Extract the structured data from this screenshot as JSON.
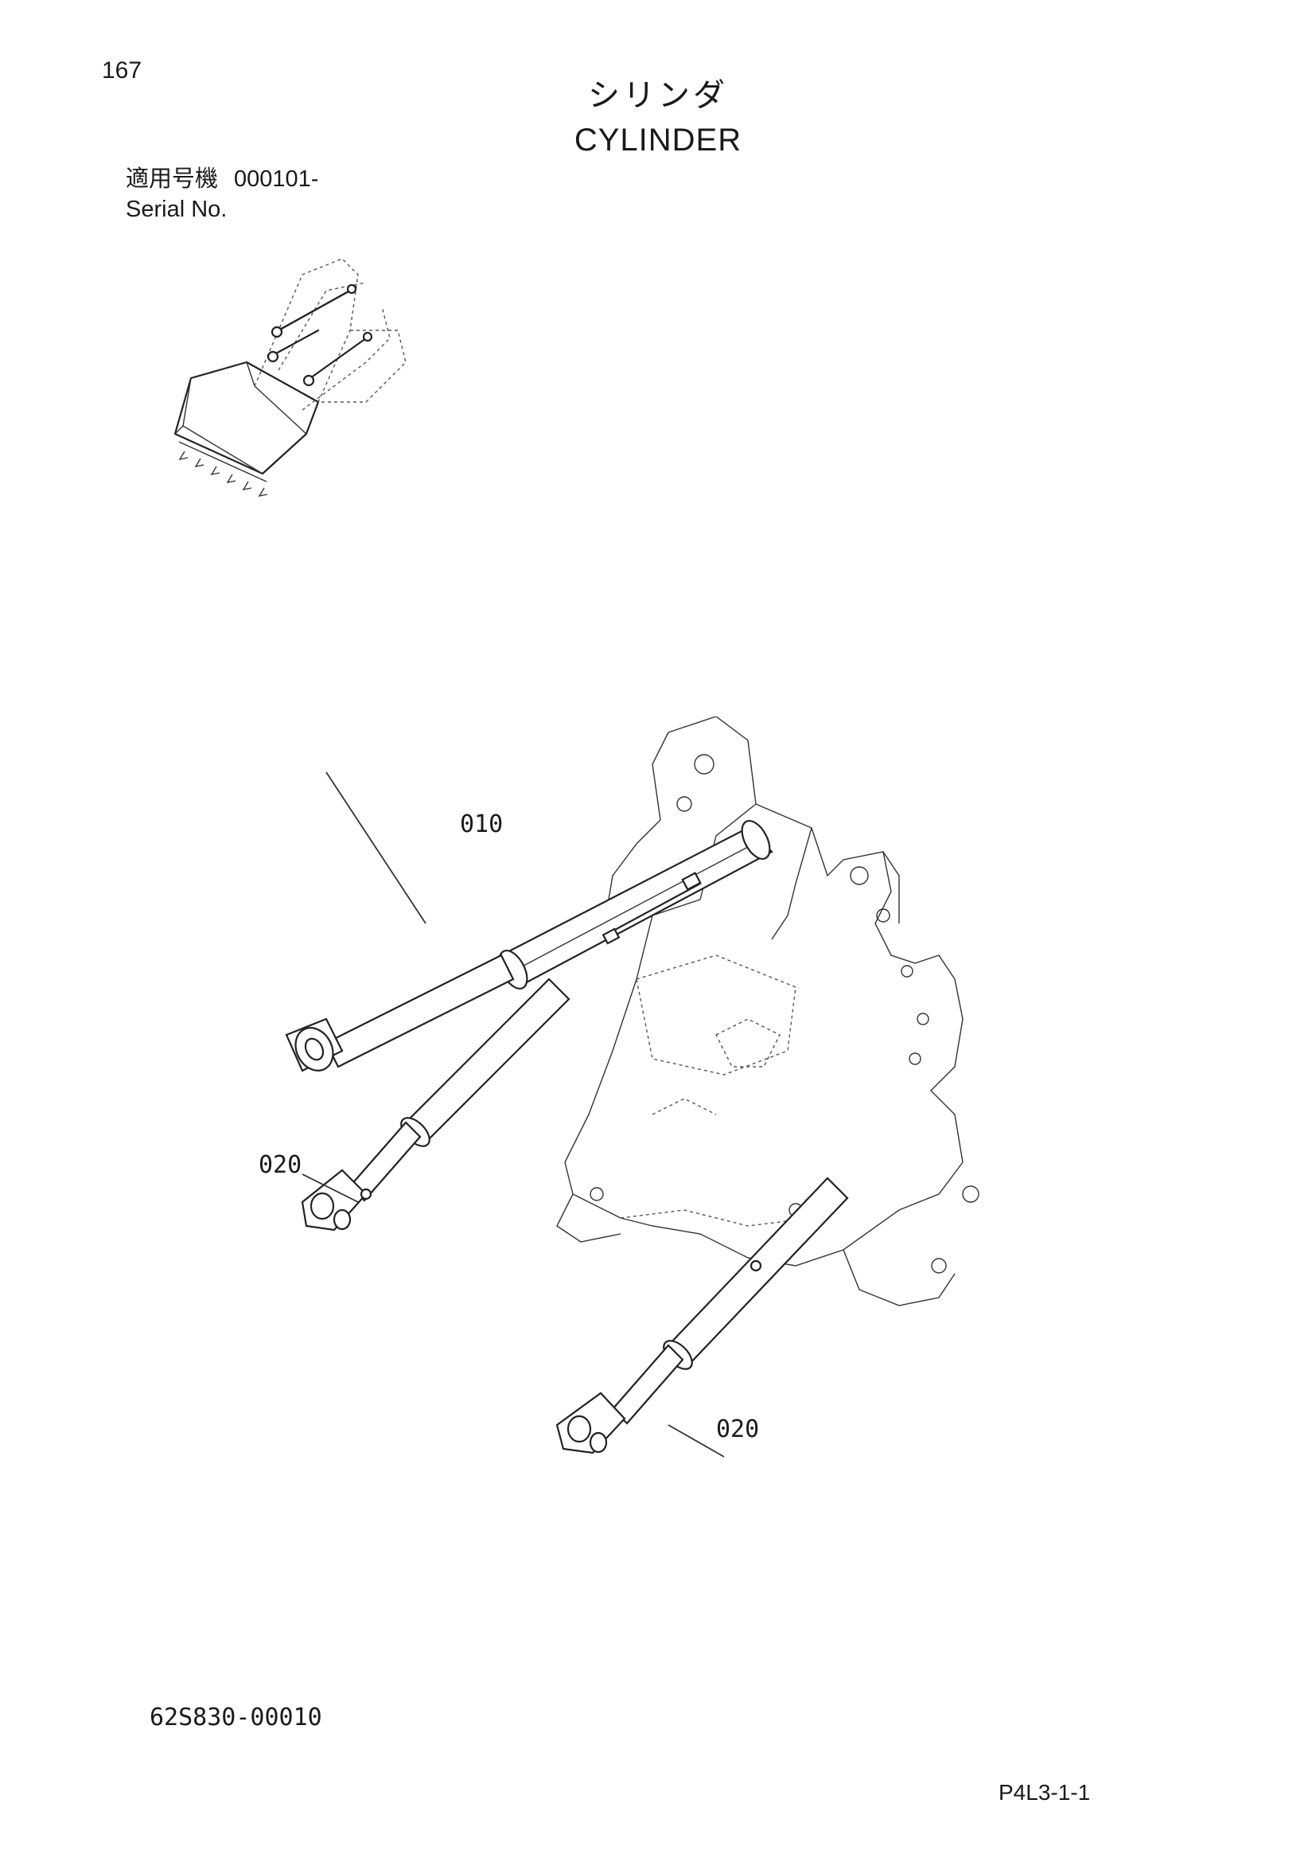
{
  "header": {
    "page_number": "167",
    "title_jp": "シリンダ",
    "title_en": "CYLINDER"
  },
  "serial": {
    "label_jp": "適用号機",
    "value": "000101-",
    "label_en": "Serial No."
  },
  "callouts": [
    {
      "id": "010",
      "label": "010"
    },
    {
      "id": "020a",
      "label": "020"
    },
    {
      "id": "020b",
      "label": "020"
    }
  ],
  "footer": {
    "drawing_code": "62S830-00010",
    "page_ref": "P4L3-1-1"
  },
  "icons": {
    "thumbnail": "wheel-loader-overview-icon",
    "main": "cylinder-assembly-drawing-icon"
  }
}
